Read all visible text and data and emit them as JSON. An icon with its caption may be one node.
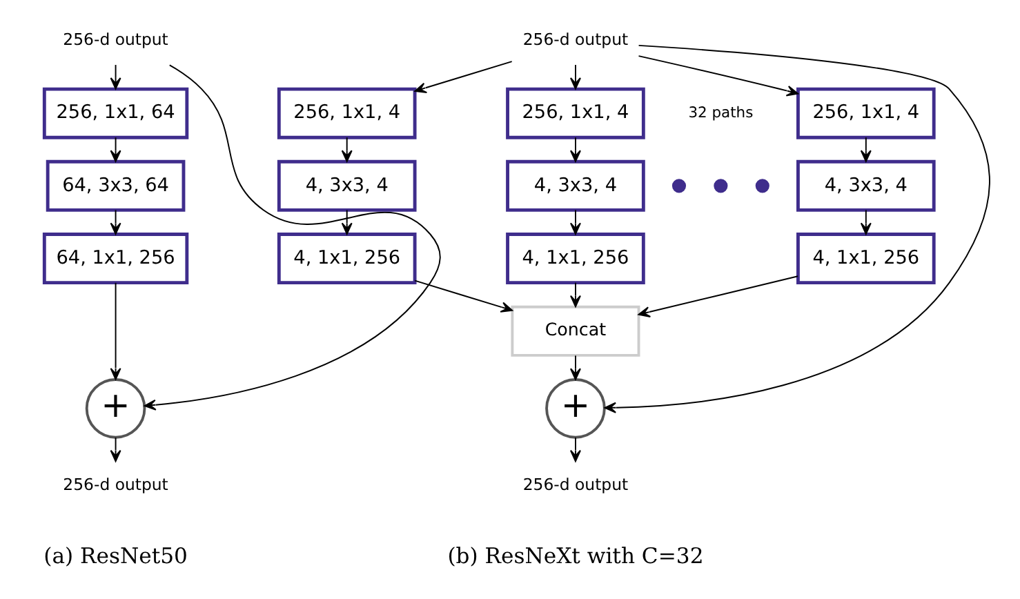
{
  "diagram": {
    "nodes": [
      {
        "text": [
          "256-d output"
        ]
      },
      {
        "text": [
          "256, 1x1, 64"
        ]
      },
      {
        "text": [
          "64, 3x3, 64"
        ]
      },
      {
        "text": [
          "64, 1x1, 256"
        ]
      },
      {
        "text": [
          "+"
        ]
      },
      {
        "text": [
          "256-d output"
        ]
      },
      {
        "text": [
          "256-d output"
        ]
      },
      {
        "text": [
          "256, 1x1, 4"
        ]
      },
      {
        "text": [
          "4, 3x3, 4"
        ]
      },
      {
        "text": [
          "4, 1x1, 256"
        ]
      },
      {
        "text": [
          "256, 1x1, 4"
        ]
      },
      {
        "text": [
          "4, 3x3, 4"
        ]
      },
      {
        "text": [
          "4, 1x1, 256"
        ]
      },
      {
        "text": [
          "256, 1x1, 4"
        ]
      },
      {
        "text": [
          "4, 3x3, 4"
        ]
      },
      {
        "text": [
          "4, 1x1, 256"
        ]
      },
      {
        "text": [
          "Concat"
        ]
      },
      {
        "text": [
          "+"
        ]
      },
      {
        "text": [
          "256-d output"
        ]
      }
    ],
    "edges": [
      {
        "from": 0,
        "to": 1,
        "arrow": "to"
      },
      {
        "from": 1,
        "to": 2,
        "arrow": "to"
      },
      {
        "from": 2,
        "to": 3,
        "arrow": "to"
      },
      {
        "from": 3,
        "to": 4,
        "arrow": "to"
      },
      {
        "from": 0,
        "to": 4,
        "arrow": "to"
      },
      {
        "from": 4,
        "to": 5,
        "arrow": "to"
      },
      {
        "from": 6,
        "to": 7,
        "arrow": "to"
      },
      {
        "from": 6,
        "to": 10,
        "arrow": "to"
      },
      {
        "from": 6,
        "to": 13,
        "arrow": "to"
      },
      {
        "from": 7,
        "to": 8,
        "arrow": "to"
      },
      {
        "from": 8,
        "to": 9,
        "arrow": "to"
      },
      {
        "from": 10,
        "to": 11,
        "arrow": "to"
      },
      {
        "from": 11,
        "to": 12,
        "arrow": "to"
      },
      {
        "from": 13,
        "to": 14,
        "arrow": "to"
      },
      {
        "from": 14,
        "to": 15,
        "arrow": "to"
      },
      {
        "from": 9,
        "to": 16,
        "arrow": "to"
      },
      {
        "from": 12,
        "to": 16,
        "arrow": "to"
      },
      {
        "from": 15,
        "to": 16,
        "arrow": "to"
      },
      {
        "from": 16,
        "to": 17,
        "arrow": "to"
      },
      {
        "from": 6,
        "to": 17,
        "arrow": "to"
      },
      {
        "from": 17,
        "to": 18,
        "arrow": "to"
      }
    ],
    "labels": [
      "32 paths",
      "(a) ResNet50",
      "(b) ResNeXt with C=32"
    ]
  }
}
